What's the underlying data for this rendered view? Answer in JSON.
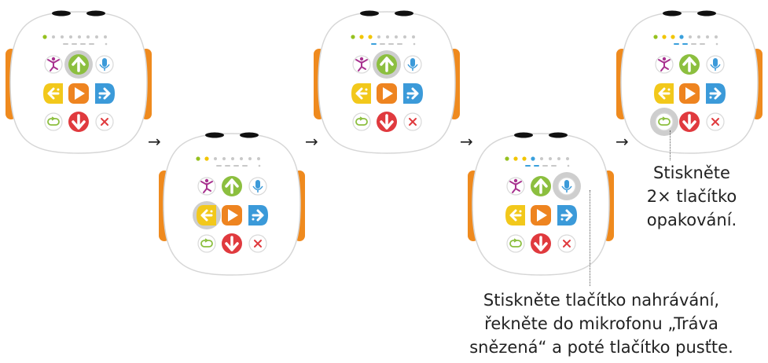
{
  "steps": [
    {
      "id": "step1",
      "progress_dots_lit": 1,
      "highlighted": "up-button"
    },
    {
      "id": "step2",
      "progress_dots_lit": 2,
      "highlighted": "turn-left-button"
    },
    {
      "id": "step3",
      "progress_dots_lit": 3,
      "highlighted": "up-button"
    },
    {
      "id": "step4",
      "progress_dots_lit": 4,
      "highlighted": "microphone-button"
    },
    {
      "id": "step5",
      "progress_dots_lit": 4,
      "highlighted": "repeat-button"
    }
  ],
  "arrows": [
    "→",
    "→",
    "→",
    "→"
  ],
  "captions": {
    "repeat": [
      "Stiskněte",
      "2× tlačítko",
      "opakování."
    ],
    "record": [
      "Stiskněte tlačítko nahrávání,",
      "řekněte do mikrofonu „Tráva",
      "snězená“ a poté tlačítko pusťte."
    ]
  },
  "colors": {
    "body_outline": "#d6d6d6",
    "ears": "#ef8a1e",
    "eyes": "#111111",
    "dot_green": "#95c11f",
    "dot_yellow": "#f2c500",
    "dot_blue": "#3aa0dc",
    "dot_inactive": "#c8c8c8",
    "button_dance": "#a8328f",
    "button_up": "#8cbf3f",
    "button_mic": "#3b9ad9",
    "button_left": "#f2c81b",
    "button_play": "#ee8420",
    "button_right": "#3b9ad9",
    "button_repeat": "#8cbf3f",
    "button_down": "#e03a3e",
    "button_cancel": "#e03a3e",
    "highlight": "#bdbdbd"
  }
}
